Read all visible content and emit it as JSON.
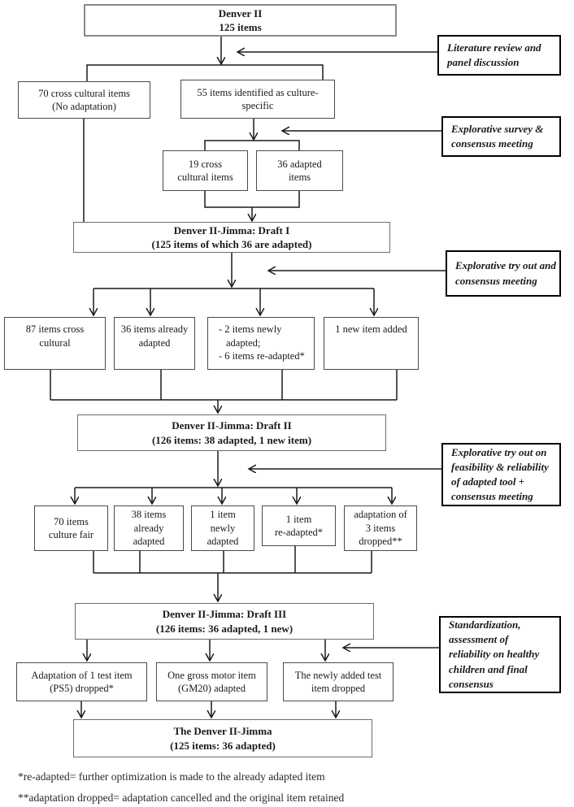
{
  "figure": {
    "type": "flowchart",
    "topic": "Adaptation of the Denver II into the Denver II-Jimma"
  },
  "boxes": {
    "denver2": "Denver II\n125 items",
    "cross70": "70 cross cultural items\n(No adaptation)",
    "culture55": "55 items identified as culture-\nspecific",
    "cross19": "19 cross\ncultural items",
    "adapted36": "36 adapted\nitems",
    "draft1": "Denver II-Jimma: Draft I\n(125 items of which 36 are adapted)",
    "cross87": "87 items  cross\ncultural",
    "already36": "36 items already\nadapted",
    "newly2_item1": "- 2 items newly adapted;",
    "newly2_item2": "- 6 items re-adapted*",
    "new1": "1 new item added",
    "draft2": "Denver II-Jimma: Draft II\n(126 items: 38 adapted, 1 new item)",
    "fair70": "70 items\nculture fair",
    "already38": "38 items\nalready\nadapted",
    "newly1": "1 item\nnewly\nadapted",
    "readapted1": "1 item\nre-adapted*",
    "dropped3": "adaptation of\n3 items\ndropped**",
    "draft3": "Denver II-Jimma: Draft III\n(126 items: 36 adapted, 1 new)",
    "ps5": "Adaptation of 1 test item\n(PS5) dropped*",
    "gm20": "One gross motor item\n(GM20) adapted",
    "newdropped": "The newly added test\nitem dropped",
    "final": "The Denver II-Jimma\n(125 items: 36 adapted)"
  },
  "side_boxes": {
    "literature": "Literature review and\npanel discussion",
    "survey": "Explorative survey &\nconsensus meeting",
    "tryout1": "Explorative try out and\nconsensus meeting",
    "tryout2": "Explorative try out on\nfeasibility & reliability\nof adapted tool  +\nconsensus meeting",
    "standardization": "Standardization,\nassessment  of\nreliability on   healthy\nchildren and final\nconsensus"
  },
  "footnotes": {
    "note1": "*re-adapted= further optimization is made to the already adapted item",
    "note2": "**adaptation dropped= adaptation cancelled and the original item retained"
  },
  "colors": {
    "line": "#1a1a1a",
    "main_box_border": "#4a4a4a",
    "top_box_border": "#8a8a8a",
    "side_box_border": "#000000",
    "text": "#1a1a1a",
    "background": "#ffffff"
  }
}
